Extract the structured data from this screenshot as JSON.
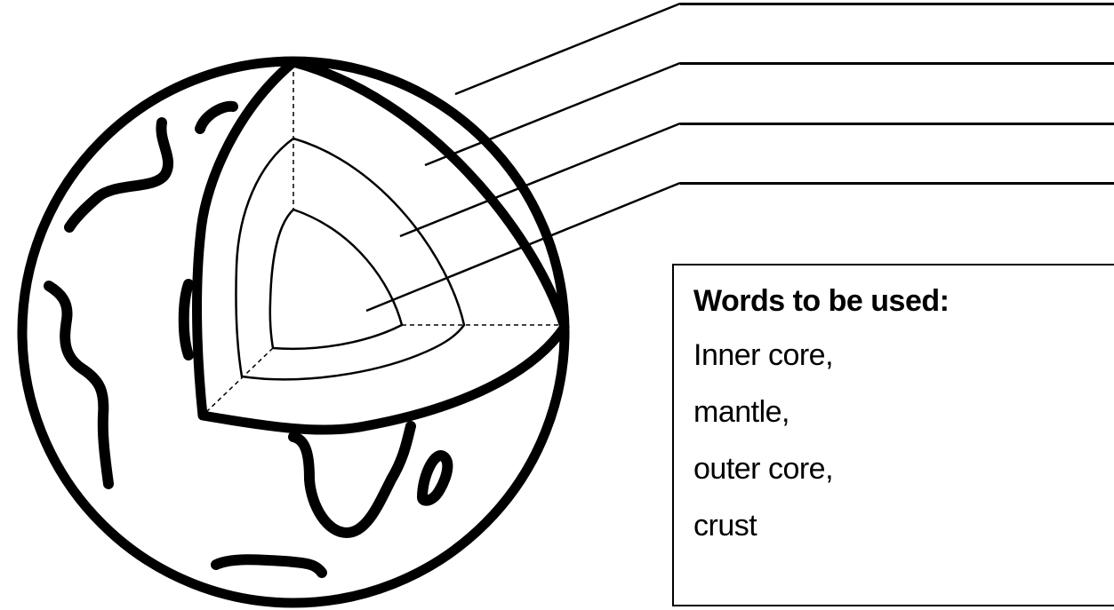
{
  "word_box": {
    "title": "Words to be used:",
    "words": [
      "Inner core,",
      "mantle,",
      "outer core,",
      "crust"
    ]
  },
  "answer_lines_count": 4,
  "colors": {
    "ink": "#000000",
    "background": "#ffffff"
  }
}
